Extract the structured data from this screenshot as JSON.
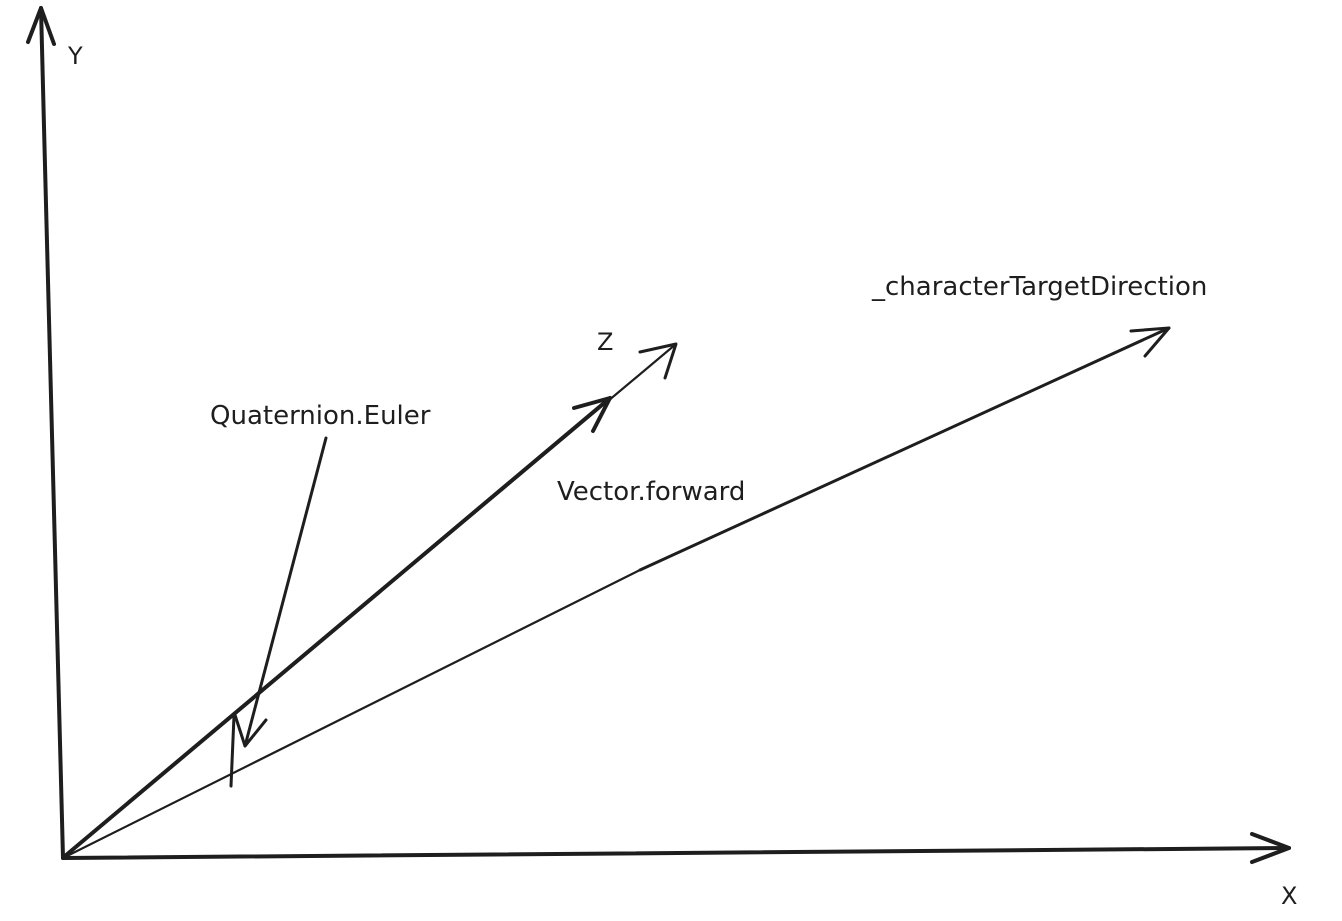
{
  "diagram": {
    "axes": {
      "x_label": "X",
      "y_label": "Y",
      "z_label": "Z"
    },
    "labels": {
      "quaternion": "Quaternion.Euler",
      "vector_forward": "Vector.forward",
      "target_direction": "_characterTargetDirection"
    },
    "colors": {
      "ink": "#1e1e1e",
      "background": "#ffffff"
    }
  }
}
